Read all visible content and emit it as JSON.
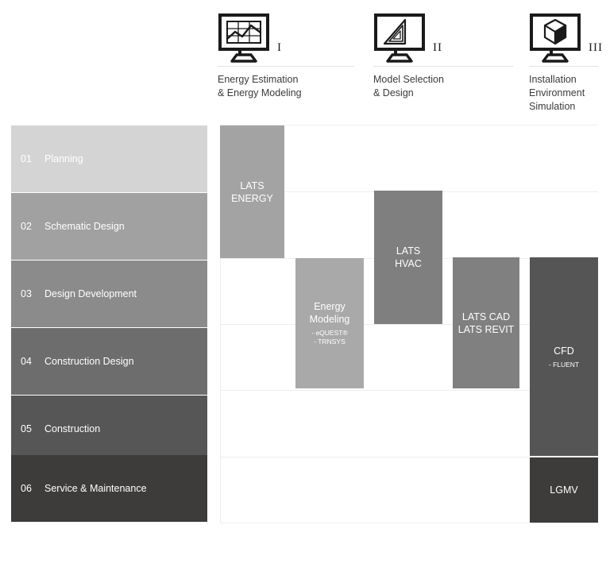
{
  "header": {
    "columns": [
      {
        "numeral": "I",
        "icon": "monitor-chart-icon",
        "label": "Energy Estimation\n& Energy Modeling"
      },
      {
        "numeral": "II",
        "icon": "monitor-drafting-triangle-icon",
        "label": "Model Selection\n& Design"
      },
      {
        "numeral": "III",
        "icon": "monitor-cube-icon",
        "label": "Installation\nEnvironment\nSimulation"
      }
    ]
  },
  "phases": [
    {
      "number": "01",
      "label": "Planning",
      "color": "#d4d4d4"
    },
    {
      "number": "02",
      "label": "Schematic Design",
      "color": "#a1a1a1"
    },
    {
      "number": "03",
      "label": "Design Development",
      "color": "#8b8b8b"
    },
    {
      "number": "04",
      "label": "Construction Design",
      "color": "#6d6d6d"
    },
    {
      "number": "05",
      "label": "Construction",
      "color": "#565656"
    },
    {
      "number": "06",
      "label": "Service & Maintenance",
      "color": "#3e3c3b"
    }
  ],
  "tools": [
    {
      "name": "lats-energy",
      "title": "LATS\nENERGY",
      "sub": "",
      "color": "#a3a3a3"
    },
    {
      "name": "energy-modeling",
      "title": "Energy\nModeling",
      "sub": "- eQUEST®\n- TRNSYS",
      "color": "#a9a9a9"
    },
    {
      "name": "lats-hvac",
      "title": "LATS\nHVAC",
      "sub": "",
      "color": "#7f7f7f"
    },
    {
      "name": "lats-cad-revit",
      "title": "LATS CAD\nLATS REVIT",
      "sub": "",
      "color": "#808080"
    },
    {
      "name": "cfd",
      "title": "CFD",
      "sub": "- FLUENT",
      "color": "#555555"
    },
    {
      "name": "lgmv",
      "title": "LGMV",
      "sub": "",
      "color": "#3e3c3b"
    }
  ],
  "colors": {
    "background": "#ffffff",
    "grid_line": "#ededed",
    "header_rule": "#e3e3e3",
    "icon_stroke": "#1a1a1a",
    "text": "#3b3b3b"
  }
}
